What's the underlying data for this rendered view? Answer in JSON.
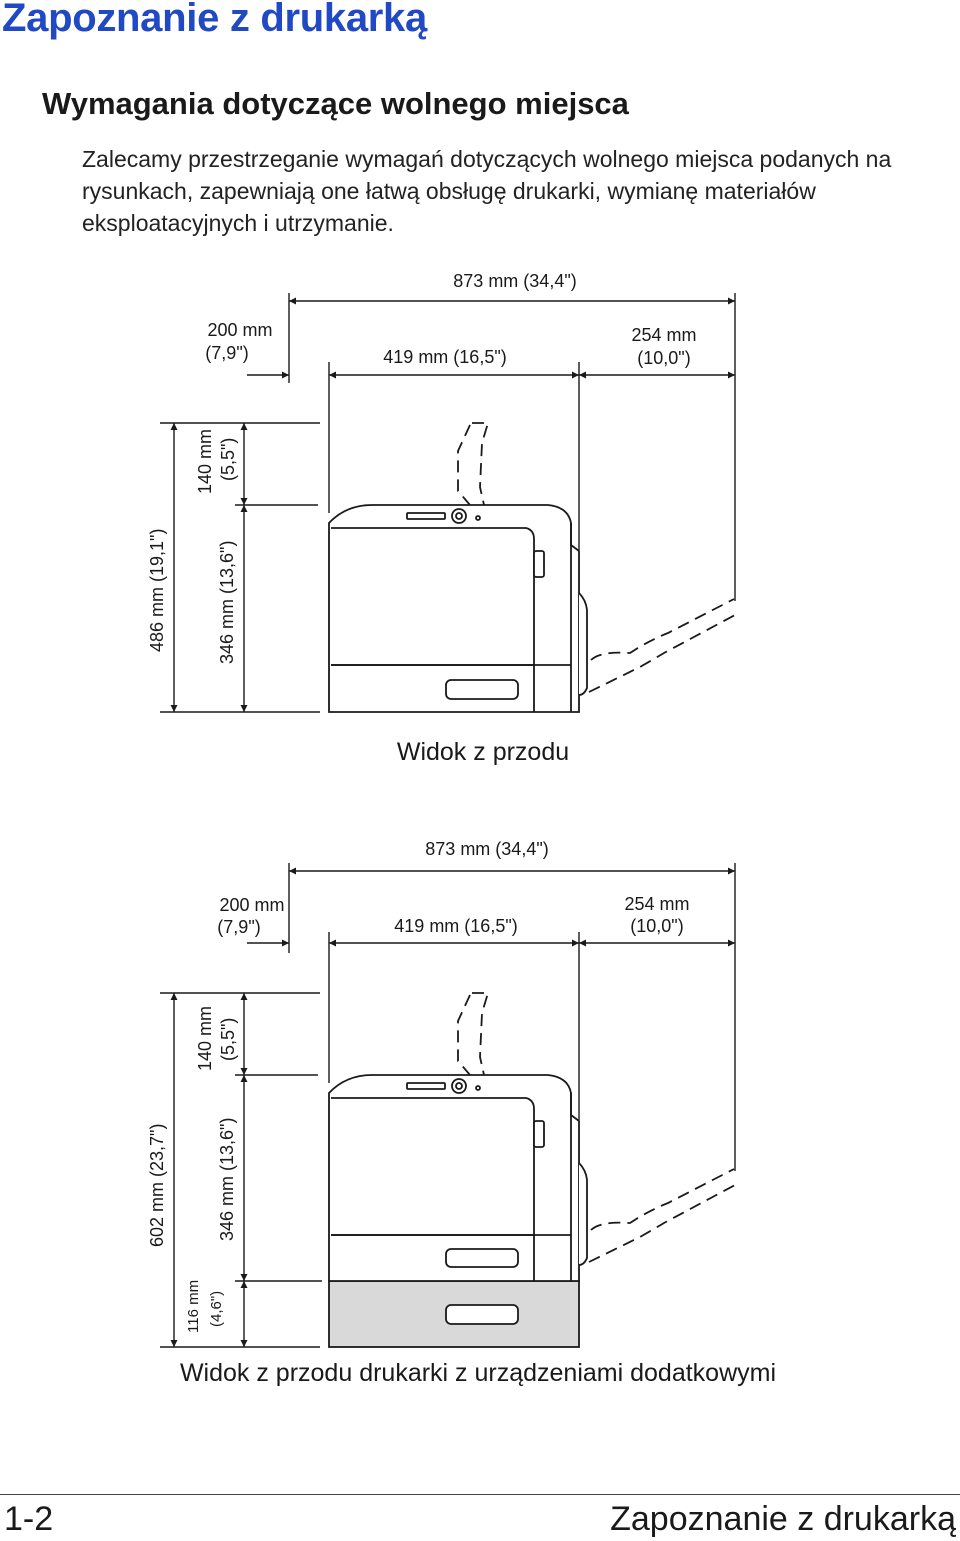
{
  "chapter_title": "Zapoznanie z drukarką",
  "section_heading": "Wymagania dotyczące wolnego miejsca",
  "intro_text": "Zalecamy przestrzeganie wymagań dotyczących wolnego miejsca podanych na rysunkach, zapewniają one łatwą obsługę drukarki, wymianę materiałów eksploatacyjnych i utrzymanie.",
  "figure1": {
    "total_width": "873 mm (34,4\")",
    "left_clearance_1": "200 mm",
    "left_clearance_2": "(7,9\")",
    "printer_width": "419 mm (16,5\")",
    "right_clearance_1": "254 mm",
    "right_clearance_2": "(10,0\")",
    "top_clearance_1": "140 mm",
    "top_clearance_2": "(5,5\")",
    "printer_height": "346 mm (13,6\")",
    "total_height": "486 mm (19,1\")",
    "caption": "Widok z przodu"
  },
  "figure2": {
    "total_width": "873 mm (34,4\")",
    "left_clearance_1": "200 mm",
    "left_clearance_2": "(7,9\")",
    "printer_width": "419 mm (16,5\")",
    "right_clearance_1": "254 mm",
    "right_clearance_2": "(10,0\")",
    "top_clearance_1": "140 mm",
    "top_clearance_2": "(5,5\")",
    "printer_height": "346 mm (13,6\")",
    "tray_height_1": "116 mm",
    "tray_height_2": "(4,6\")",
    "total_height": "602 mm (23,7\")",
    "caption": "Widok z przodu drukarki z urządzeniami dodatkowymi"
  },
  "footer": {
    "page_number": "1-2",
    "title": "Zapoznanie z drukarką"
  }
}
